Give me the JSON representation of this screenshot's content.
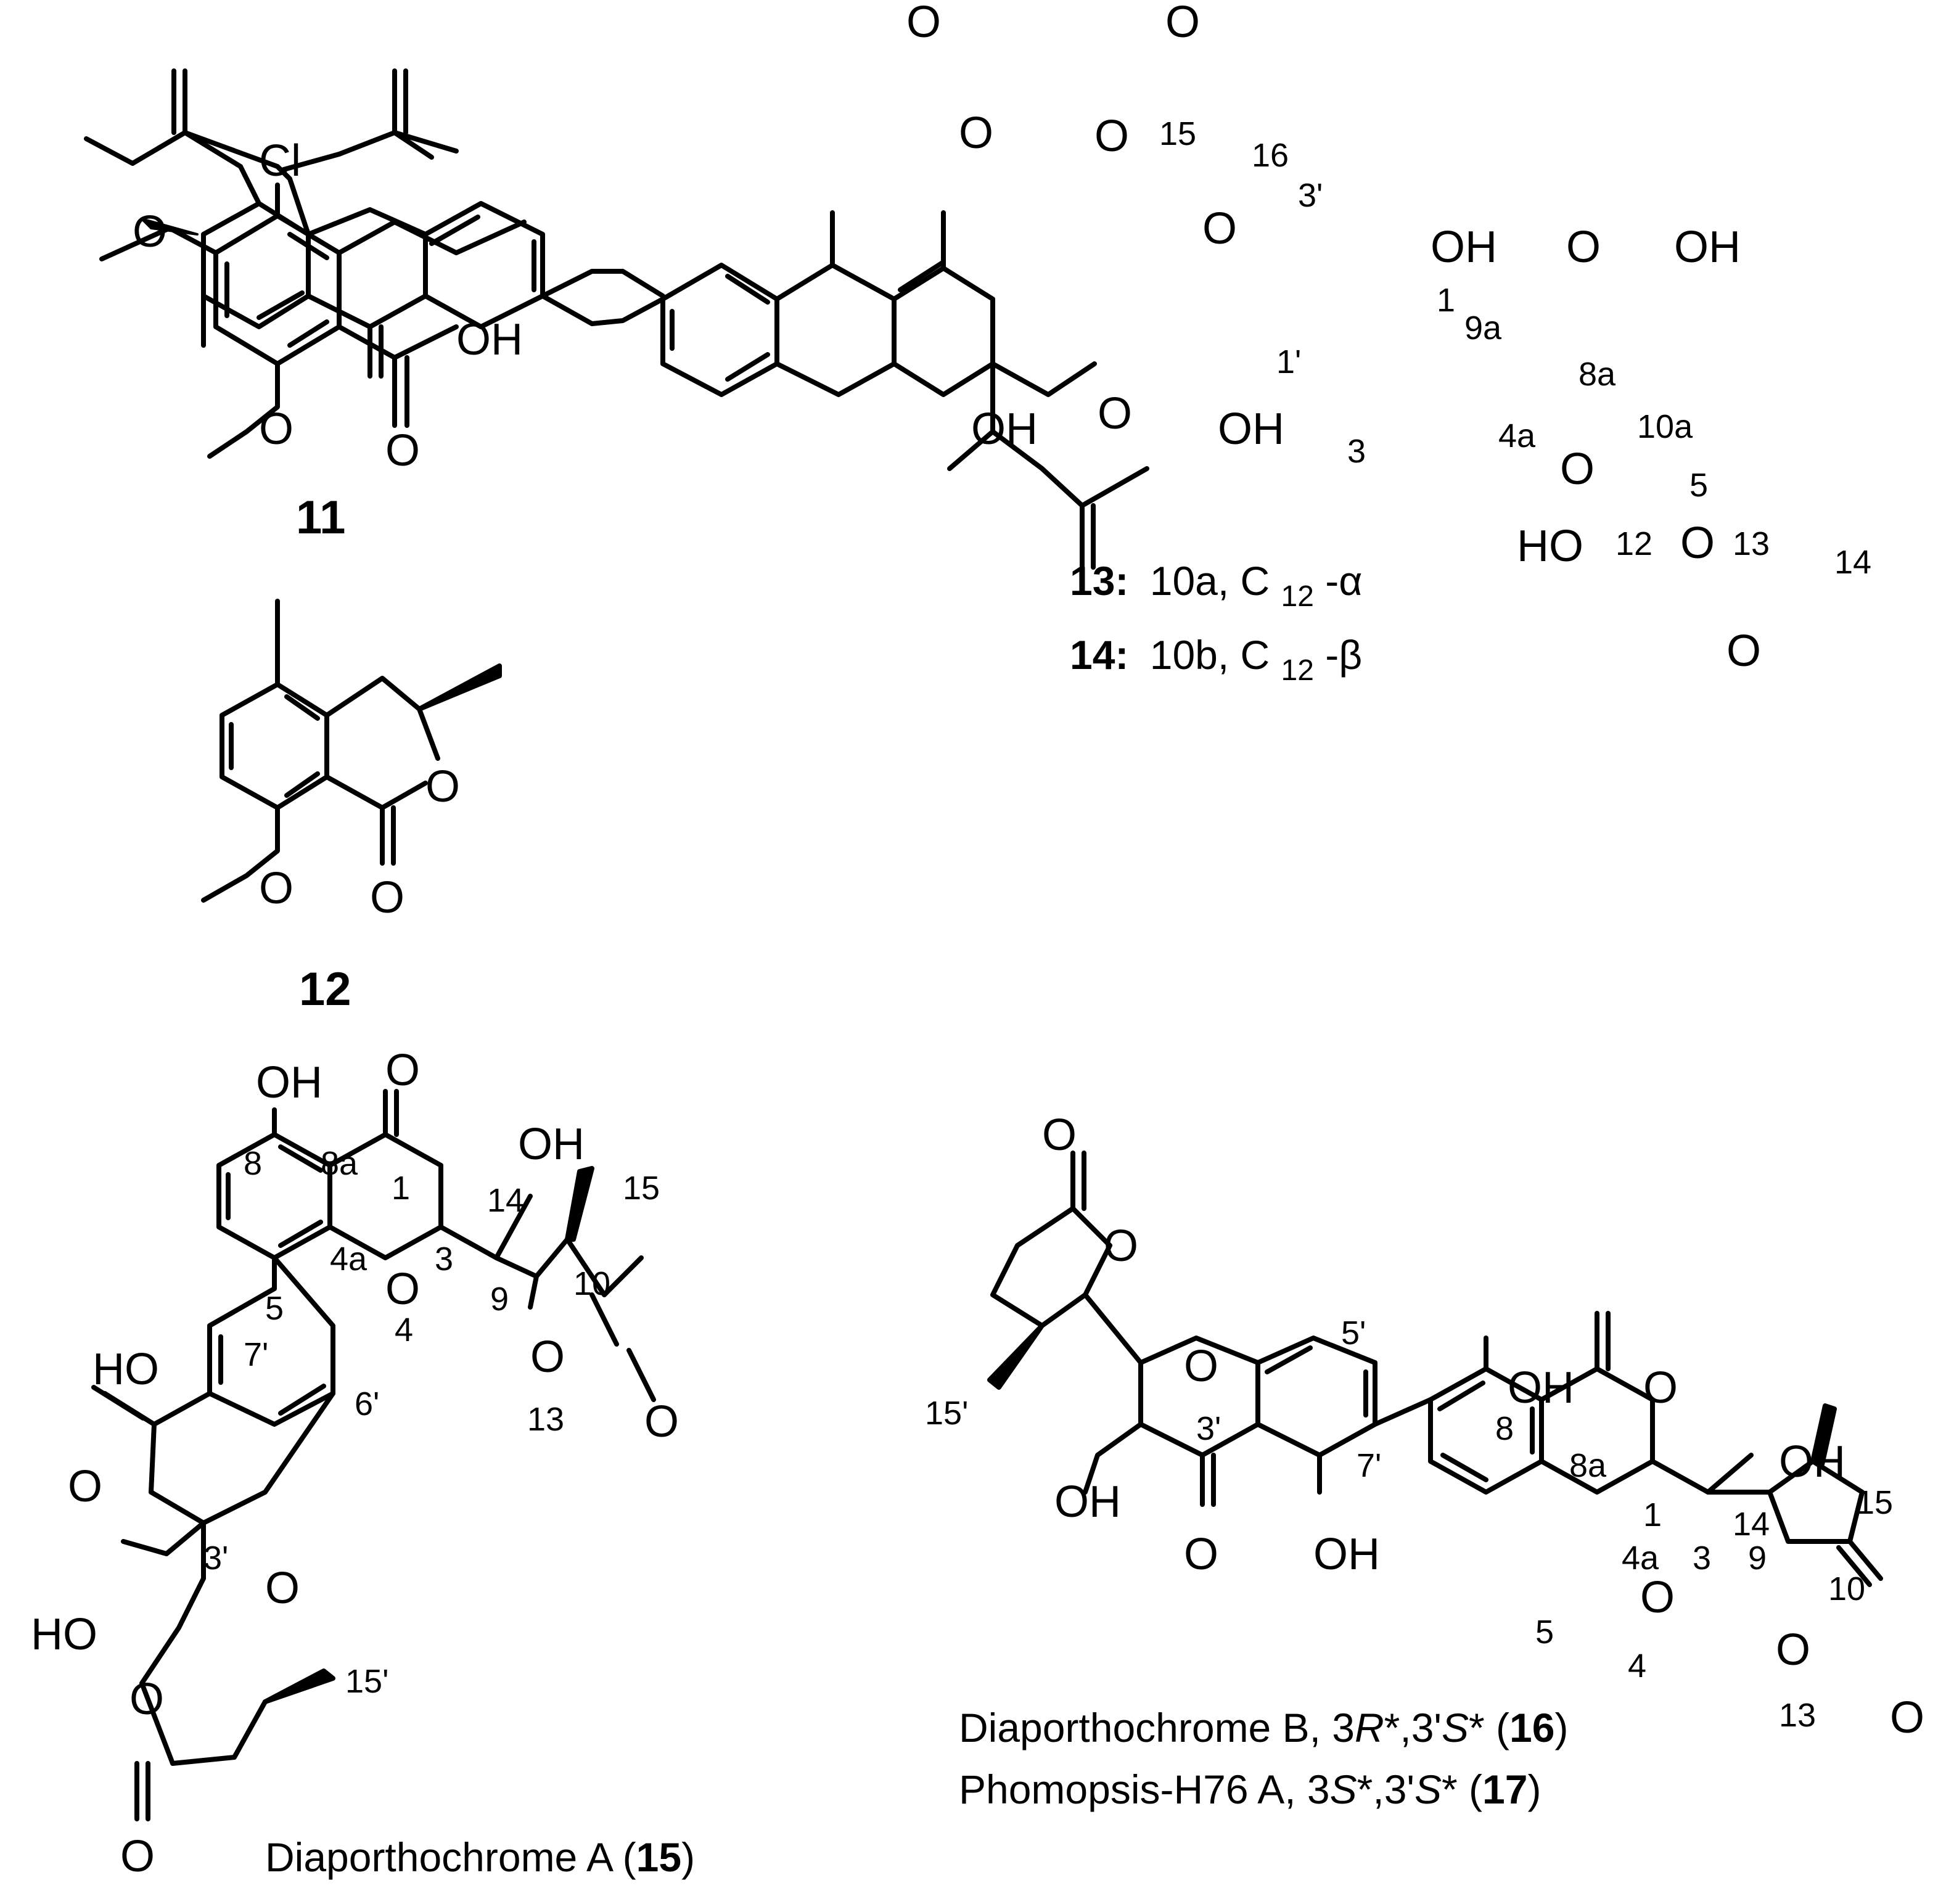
{
  "compounds": {
    "c11": {
      "id": "11"
    },
    "c12": {
      "id": "12"
    },
    "c13_14": {
      "line13": {
        "id": "13:",
        "desc": "10a, C",
        "sub": "12",
        "suffix": "-α"
      },
      "line14": {
        "id": "14:",
        "desc": "10b, C",
        "sub": "12",
        "suffix": "-β"
      }
    },
    "c15": {
      "prefix": "Diaporthochrome A (",
      "id": "15",
      "suffix": ")"
    },
    "c16": {
      "prefix": "Diaporthochrome B, 3",
      "r": "R",
      "mid": "*,3'",
      "s": "S",
      "star": "* (",
      "id": "16",
      "suffix": ")"
    },
    "c17": {
      "prefix": "Phomopsis-H76 A, 3",
      "s1": "S",
      "mid": "*,3'",
      "s2": "S",
      "star": "* (",
      "id": "17",
      "suffix": ")"
    }
  },
  "atoms": {
    "cl": "Cl",
    "o": "O",
    "oh": "OH",
    "ho": "HO"
  },
  "locants": {
    "n1": "1",
    "n1p": "1'",
    "n3": "3",
    "n3p": "3'",
    "n4": "4",
    "n4a": "4a",
    "n5": "5",
    "n5p": "5'",
    "n6p": "6'",
    "n7p": "7'",
    "n8": "8",
    "n8a": "8a",
    "n9": "9",
    "n9a": "9a",
    "n10": "10",
    "n10a": "10a",
    "n12": "12",
    "n13": "13",
    "n14": "14",
    "n15": "15",
    "n15p": "15'",
    "n16": "16"
  }
}
